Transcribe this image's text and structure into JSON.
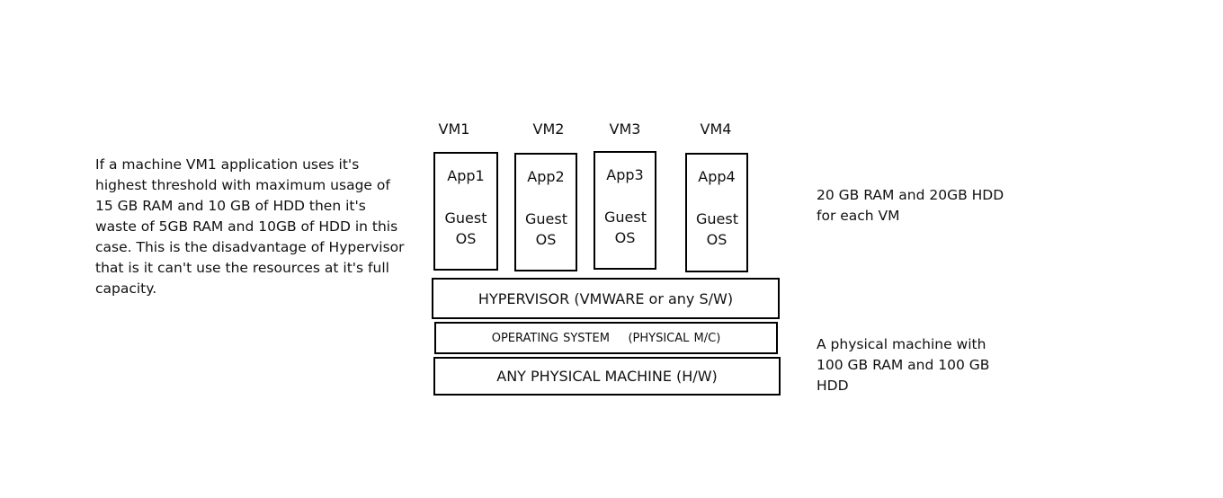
{
  "left_note": "If a machine VM1 application uses it's highest threshold with maximum usage of 15 GB RAM and 10 GB of HDD then it's waste of 5GB RAM and 10GB of HDD in this case. This is the disadvantage of Hypervisor that is it can't use the resources at it's full capacity.",
  "vms": [
    {
      "label": "VM1",
      "app": "App1",
      "os": "Guest OS"
    },
    {
      "label": "VM2",
      "app": "App2",
      "os": "Guest OS"
    },
    {
      "label": "VM3",
      "app": "App3",
      "os": "Guest OS"
    },
    {
      "label": "VM4",
      "app": "App4",
      "os": "Guest OS"
    }
  ],
  "layers": {
    "hypervisor": "HYPERVISOR (VMWARE or any S/W)",
    "operating_system": "OPERATING SYSTEM    (PHYSICAL M/C)",
    "hardware": "ANY PHYSICAL MACHINE (H/W)"
  },
  "right_notes": {
    "vm_resources": "20 GB RAM and 20GB HDD for each VM",
    "physical_machine": "A physical machine with 100 GB RAM and 100 GB HDD"
  }
}
